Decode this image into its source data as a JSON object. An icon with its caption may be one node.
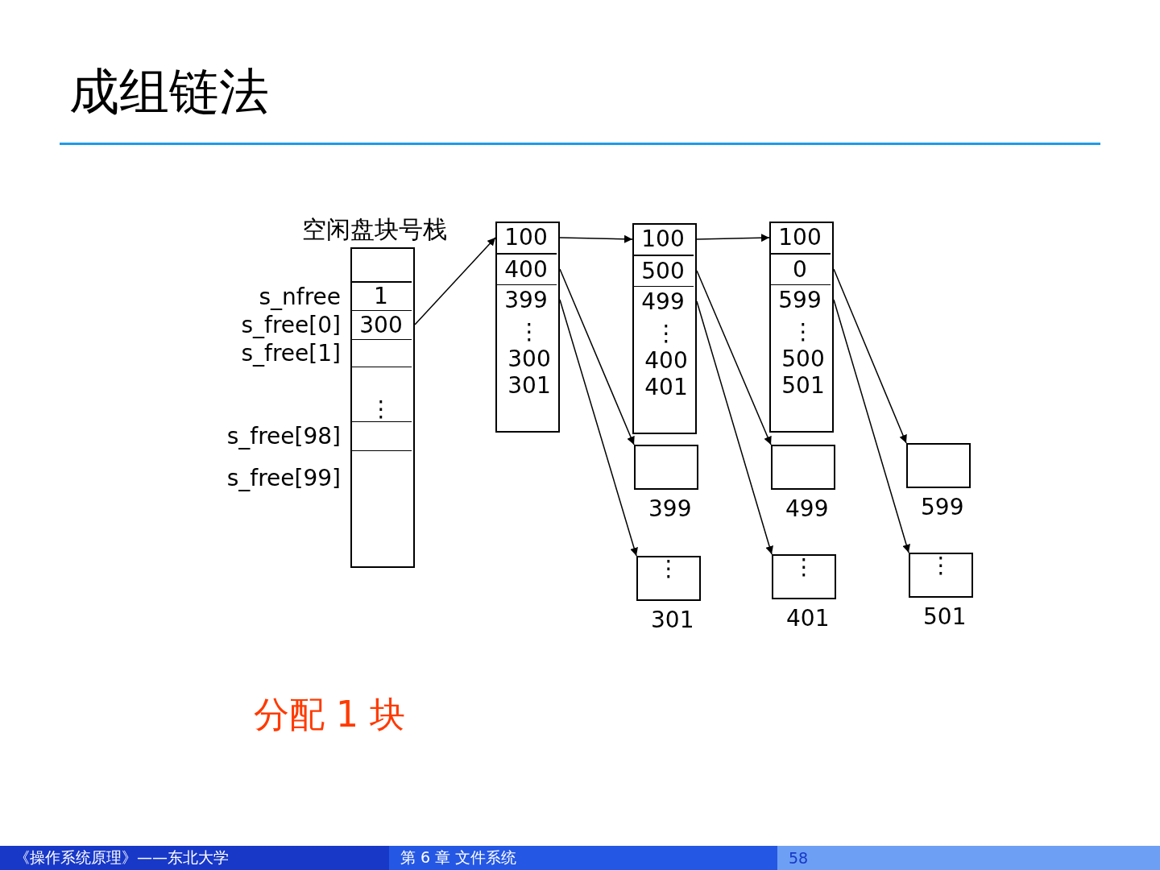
{
  "diagram": {
    "title": "成组链法",
    "caption": "分配 1 块",
    "nodes": [
      {
        "text": [
          "空闲盘块号栈"
        ]
      },
      {
        "text": [],
        "shape": "box",
        "in": 0
      },
      {
        "text": [
          "1"
        ],
        "in": 0,
        "beside": [
          "s_nfree"
        ]
      },
      {
        "text": [
          "300"
        ],
        "in": 0,
        "beside": [
          "s_free[0]"
        ]
      },
      {
        "text": [],
        "shape": "box",
        "in": 0,
        "beside": [
          "s_free[1]"
        ]
      },
      {
        "text": [
          "⋮"
        ],
        "in": 0
      },
      {
        "text": [],
        "shape": "box",
        "in": 0,
        "beside": [
          "s_free[98]"
        ]
      },
      {
        "text": [],
        "shape": "box",
        "in": 0,
        "beside": [
          "s_free[99]"
        ]
      },
      {
        "text": [
          "⋮",
          "300",
          "301"
        ]
      },
      {
        "text": [
          "100"
        ],
        "in": 8
      },
      {
        "text": [
          "400"
        ],
        "in": 8
      },
      {
        "text": [
          "399"
        ],
        "in": 8
      },
      {
        "text": [
          "⋮",
          "400",
          "401"
        ]
      },
      {
        "text": [
          "100"
        ],
        "in": 12
      },
      {
        "text": [
          "500"
        ],
        "in": 12
      },
      {
        "text": [
          "499"
        ],
        "in": 12
      },
      {
        "text": [
          "⋮",
          "500",
          "501"
        ]
      },
      {
        "text": [
          "100"
        ],
        "in": 16
      },
      {
        "text": [
          "0"
        ],
        "in": 16
      },
      {
        "text": [
          "599"
        ],
        "in": 16
      },
      {
        "text": [],
        "shape": "box",
        "beside": [
          "399"
        ]
      },
      {
        "text": [],
        "shape": "box",
        "beside": [
          "499"
        ]
      },
      {
        "text": [],
        "shape": "box",
        "beside": [
          "599"
        ]
      },
      {
        "text": [
          "⋮"
        ],
        "beside": [
          "301"
        ]
      },
      {
        "text": [
          "⋮"
        ],
        "beside": [
          "401"
        ]
      },
      {
        "text": [
          "⋮"
        ],
        "beside": [
          "501"
        ]
      }
    ],
    "edges": [
      {
        "from": 3,
        "to": 8,
        "arrow": "to"
      },
      {
        "from": 9,
        "to": 12,
        "arrow": "to"
      },
      {
        "from": 10,
        "to": 20,
        "arrow": "to"
      },
      {
        "from": 11,
        "to": 23,
        "arrow": "to"
      },
      {
        "from": 13,
        "to": 16,
        "arrow": "to"
      },
      {
        "from": 14,
        "to": 21,
        "arrow": "to"
      },
      {
        "from": 15,
        "to": 24,
        "arrow": "to"
      },
      {
        "from": 18,
        "to": 22,
        "arrow": "to"
      },
      {
        "from": 19,
        "to": 25,
        "arrow": "to"
      }
    ],
    "labels": [
      "《操作系统原理》——东北大学",
      "第 6 章  文件系统",
      "58"
    ]
  }
}
